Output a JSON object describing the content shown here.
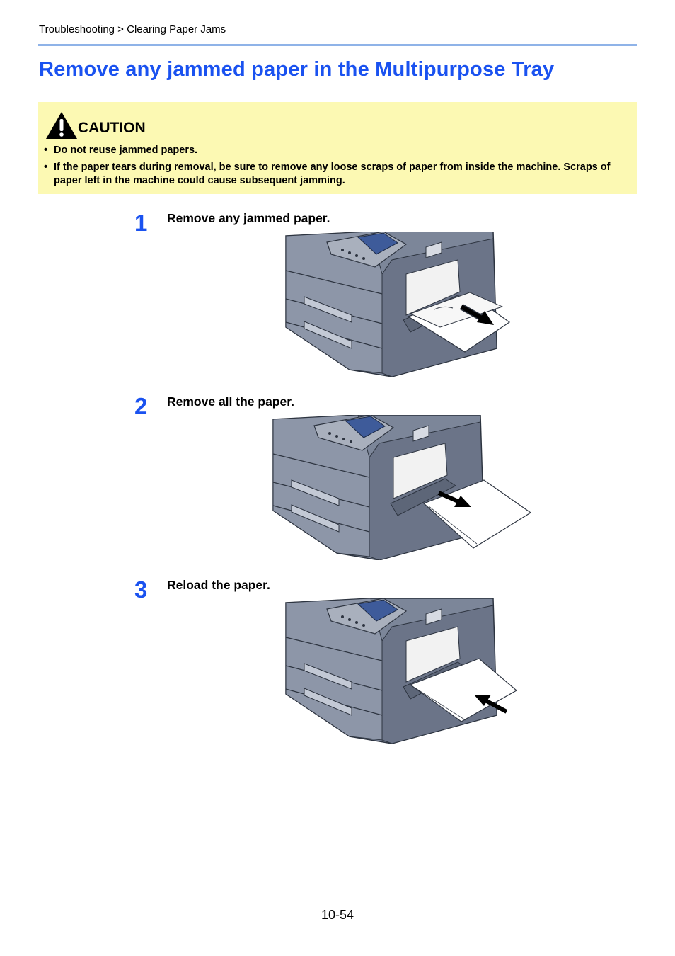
{
  "header": {
    "breadcrumb": "Troubleshooting > Clearing Paper Jams"
  },
  "title": "Remove any jammed paper in the Multipurpose Tray",
  "caution": {
    "label": "CAUTION",
    "items": [
      "Do not reuse jammed papers.",
      "If the paper tears during removal, be sure to remove any loose scraps of paper from inside the machine. Scraps of paper left in the machine could cause subsequent jamming."
    ]
  },
  "steps": [
    {
      "number": "1",
      "text": "Remove any jammed paper."
    },
    {
      "number": "2",
      "text": "Remove all the paper."
    },
    {
      "number": "3",
      "text": "Reload the paper."
    }
  ],
  "footer": {
    "page_number": "10-54"
  },
  "colors": {
    "accent": "#1a52f0",
    "caution_bg": "#fcf9b3",
    "rule": "#8fb3e8",
    "printer_body": "#7c8699"
  }
}
